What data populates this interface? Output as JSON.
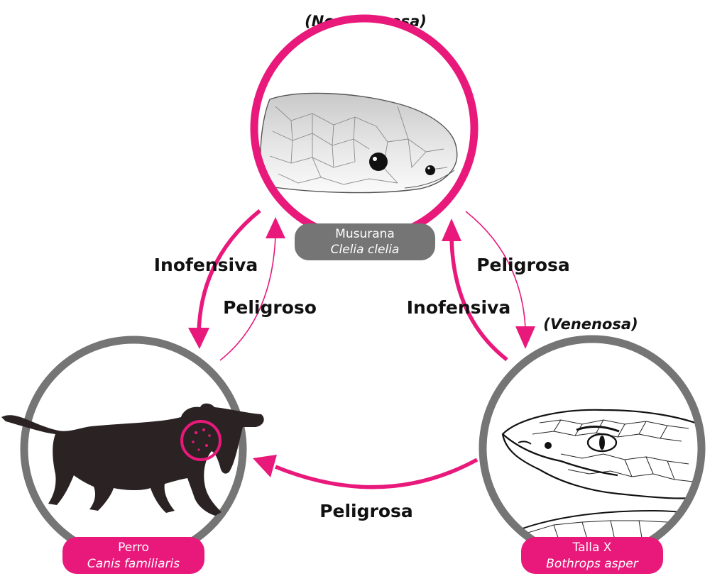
{
  "colors": {
    "accent": "#e8197b",
    "neutral": "#757575",
    "silhouette": "#2a2223",
    "text": "#111111",
    "pill_text": "#ffffff"
  },
  "nodes": {
    "musurana": {
      "status": "(No venenosa)",
      "common_name": "Musurana",
      "scientific_name": "Clelia clelia",
      "image_icon": "snake-head-icon"
    },
    "perro": {
      "common_name": "Perro",
      "scientific_name": "Canis familiaris",
      "image_icon": "dog-silhouette-icon"
    },
    "talla_x": {
      "status": "(Venenosa)",
      "common_name": "Talla X",
      "scientific_name": "Bothrops asper",
      "image_icon": "viper-head-icon"
    }
  },
  "relations": {
    "musurana_to_perro": "Inofensiva",
    "perro_to_musurana": "Peligroso",
    "musurana_to_talla_x": "Peligrosa",
    "talla_x_to_musurana": "Inofensiva",
    "talla_x_to_perro": "Peligrosa"
  }
}
